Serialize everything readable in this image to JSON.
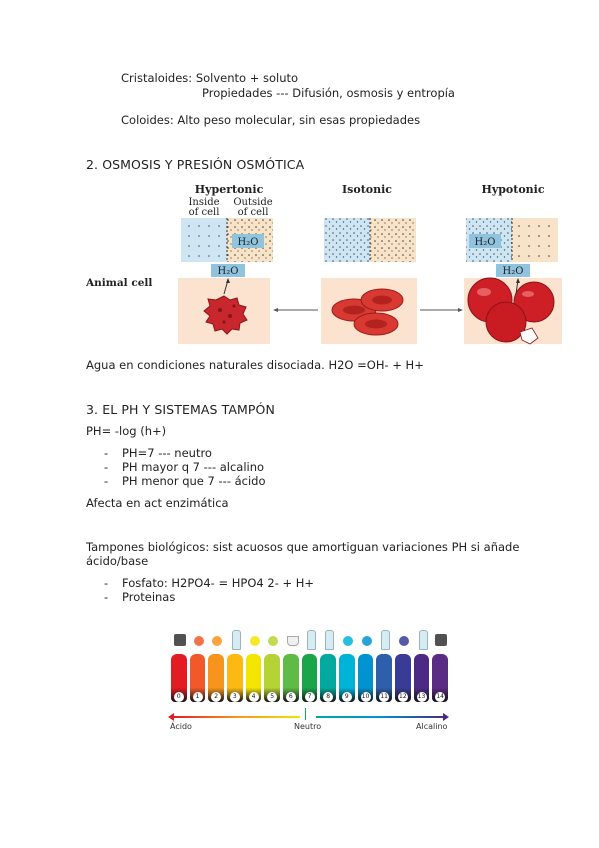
{
  "intro": {
    "cristaloides": "Cristaloides: Solvento + soluto",
    "propiedades": "Propiedades --- Difusión, osmosis y entropía",
    "coloides": "Coloides: Alto peso molecular, sin esas propiedades"
  },
  "section2": {
    "heading": "2. OSMOSIS Y PRESIÓN OSMÓTICA",
    "figure": {
      "hypertonic": "Hypertonic",
      "inside": "Inside",
      "of_cell_1": "of cell",
      "outside": "Outside",
      "of_cell_2": "of cell",
      "isotonic": "Isotonic",
      "hypotonic": "Hypotonic",
      "h2o": "H₂O",
      "animal_cell": "Animal cell"
    },
    "caption": "Agua en condiciones naturales disociada. H2O =OH- + H+"
  },
  "section3": {
    "heading": "3. EL PH Y SISTEMAS TAMPÓN",
    "formula": "PH= -log (h+)",
    "bullets": [
      "PH=7 --- neutro",
      "PH mayor q 7 --- alcalino",
      "PH menor que 7 --- ácido"
    ],
    "afecta": "Afecta en act enzimática",
    "tampones_1": "Tampones biológicos: sist acuosos que amortiguan variaciones PH si añade",
    "tampones_2": "ácido/base",
    "bullets2": [
      "Fosfato: H2PO4- = HPO4 2- + H+",
      "Proteinas"
    ]
  },
  "ph_scale": {
    "numbers": [
      "0",
      "1",
      "2",
      "3",
      "4",
      "5",
      "6",
      "7",
      "8",
      "9",
      "10",
      "11",
      "12",
      "13",
      "14"
    ],
    "colors": [
      "#e31b23",
      "#f0592a",
      "#f7941d",
      "#fdb913",
      "#f2e500",
      "#b5d334",
      "#5dbb46",
      "#1aa54b",
      "#00a99d",
      "#00b4d8",
      "#0093d0",
      "#2e5faa",
      "#3a3b96",
      "#4b2a86",
      "#5b2c83"
    ],
    "acid": "Ácido",
    "neutral": "Neutro",
    "alkaline": "Alcalino"
  }
}
